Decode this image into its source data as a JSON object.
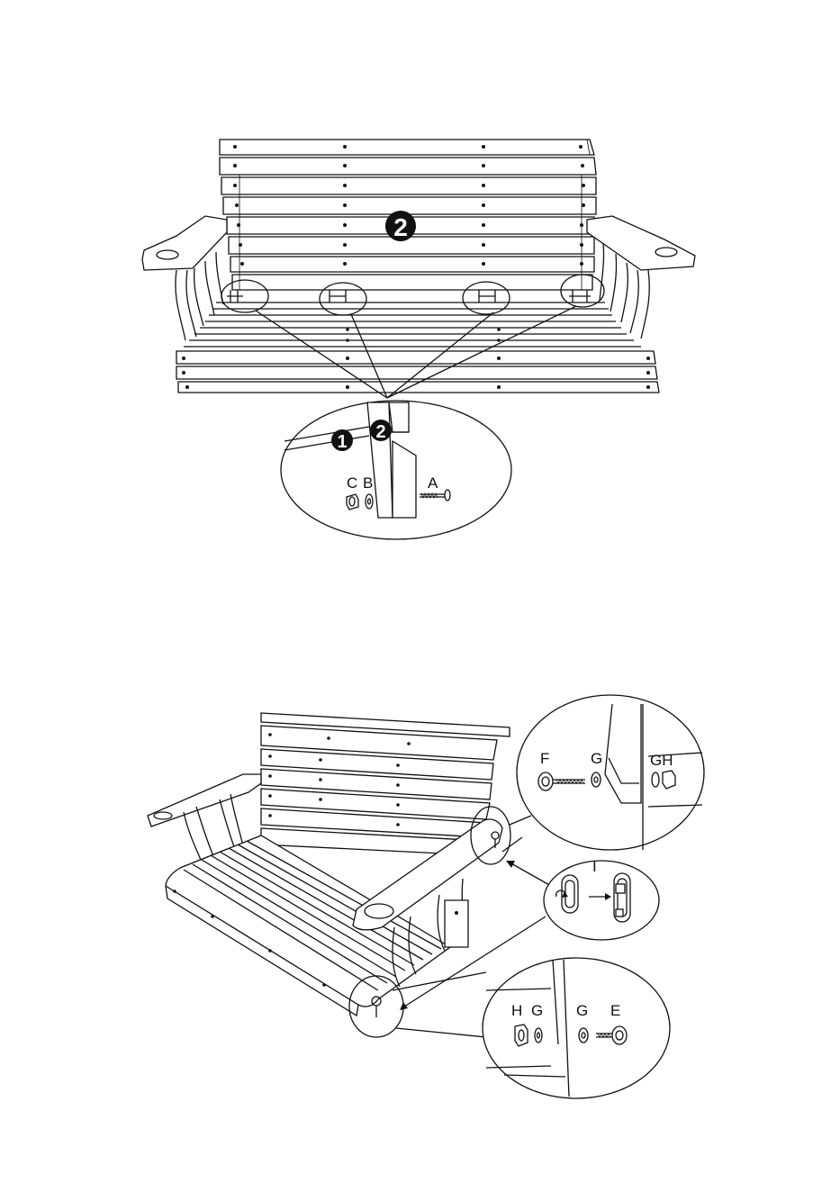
{
  "step_badges": {
    "main": "2",
    "detail_1": "1",
    "detail_2": "2"
  },
  "detail_1_labels": {
    "c": "C",
    "b": "B",
    "a": "A"
  },
  "detail_2_labels": {
    "f": "F",
    "g1": "G",
    "gh": "GH",
    "i": "I",
    "h": "H",
    "g2": "G",
    "g3": "G",
    "e": "E"
  },
  "colors": {
    "line": "#111111",
    "background": "#ffffff",
    "badge": "#111111",
    "badge_text": "#ffffff"
  }
}
